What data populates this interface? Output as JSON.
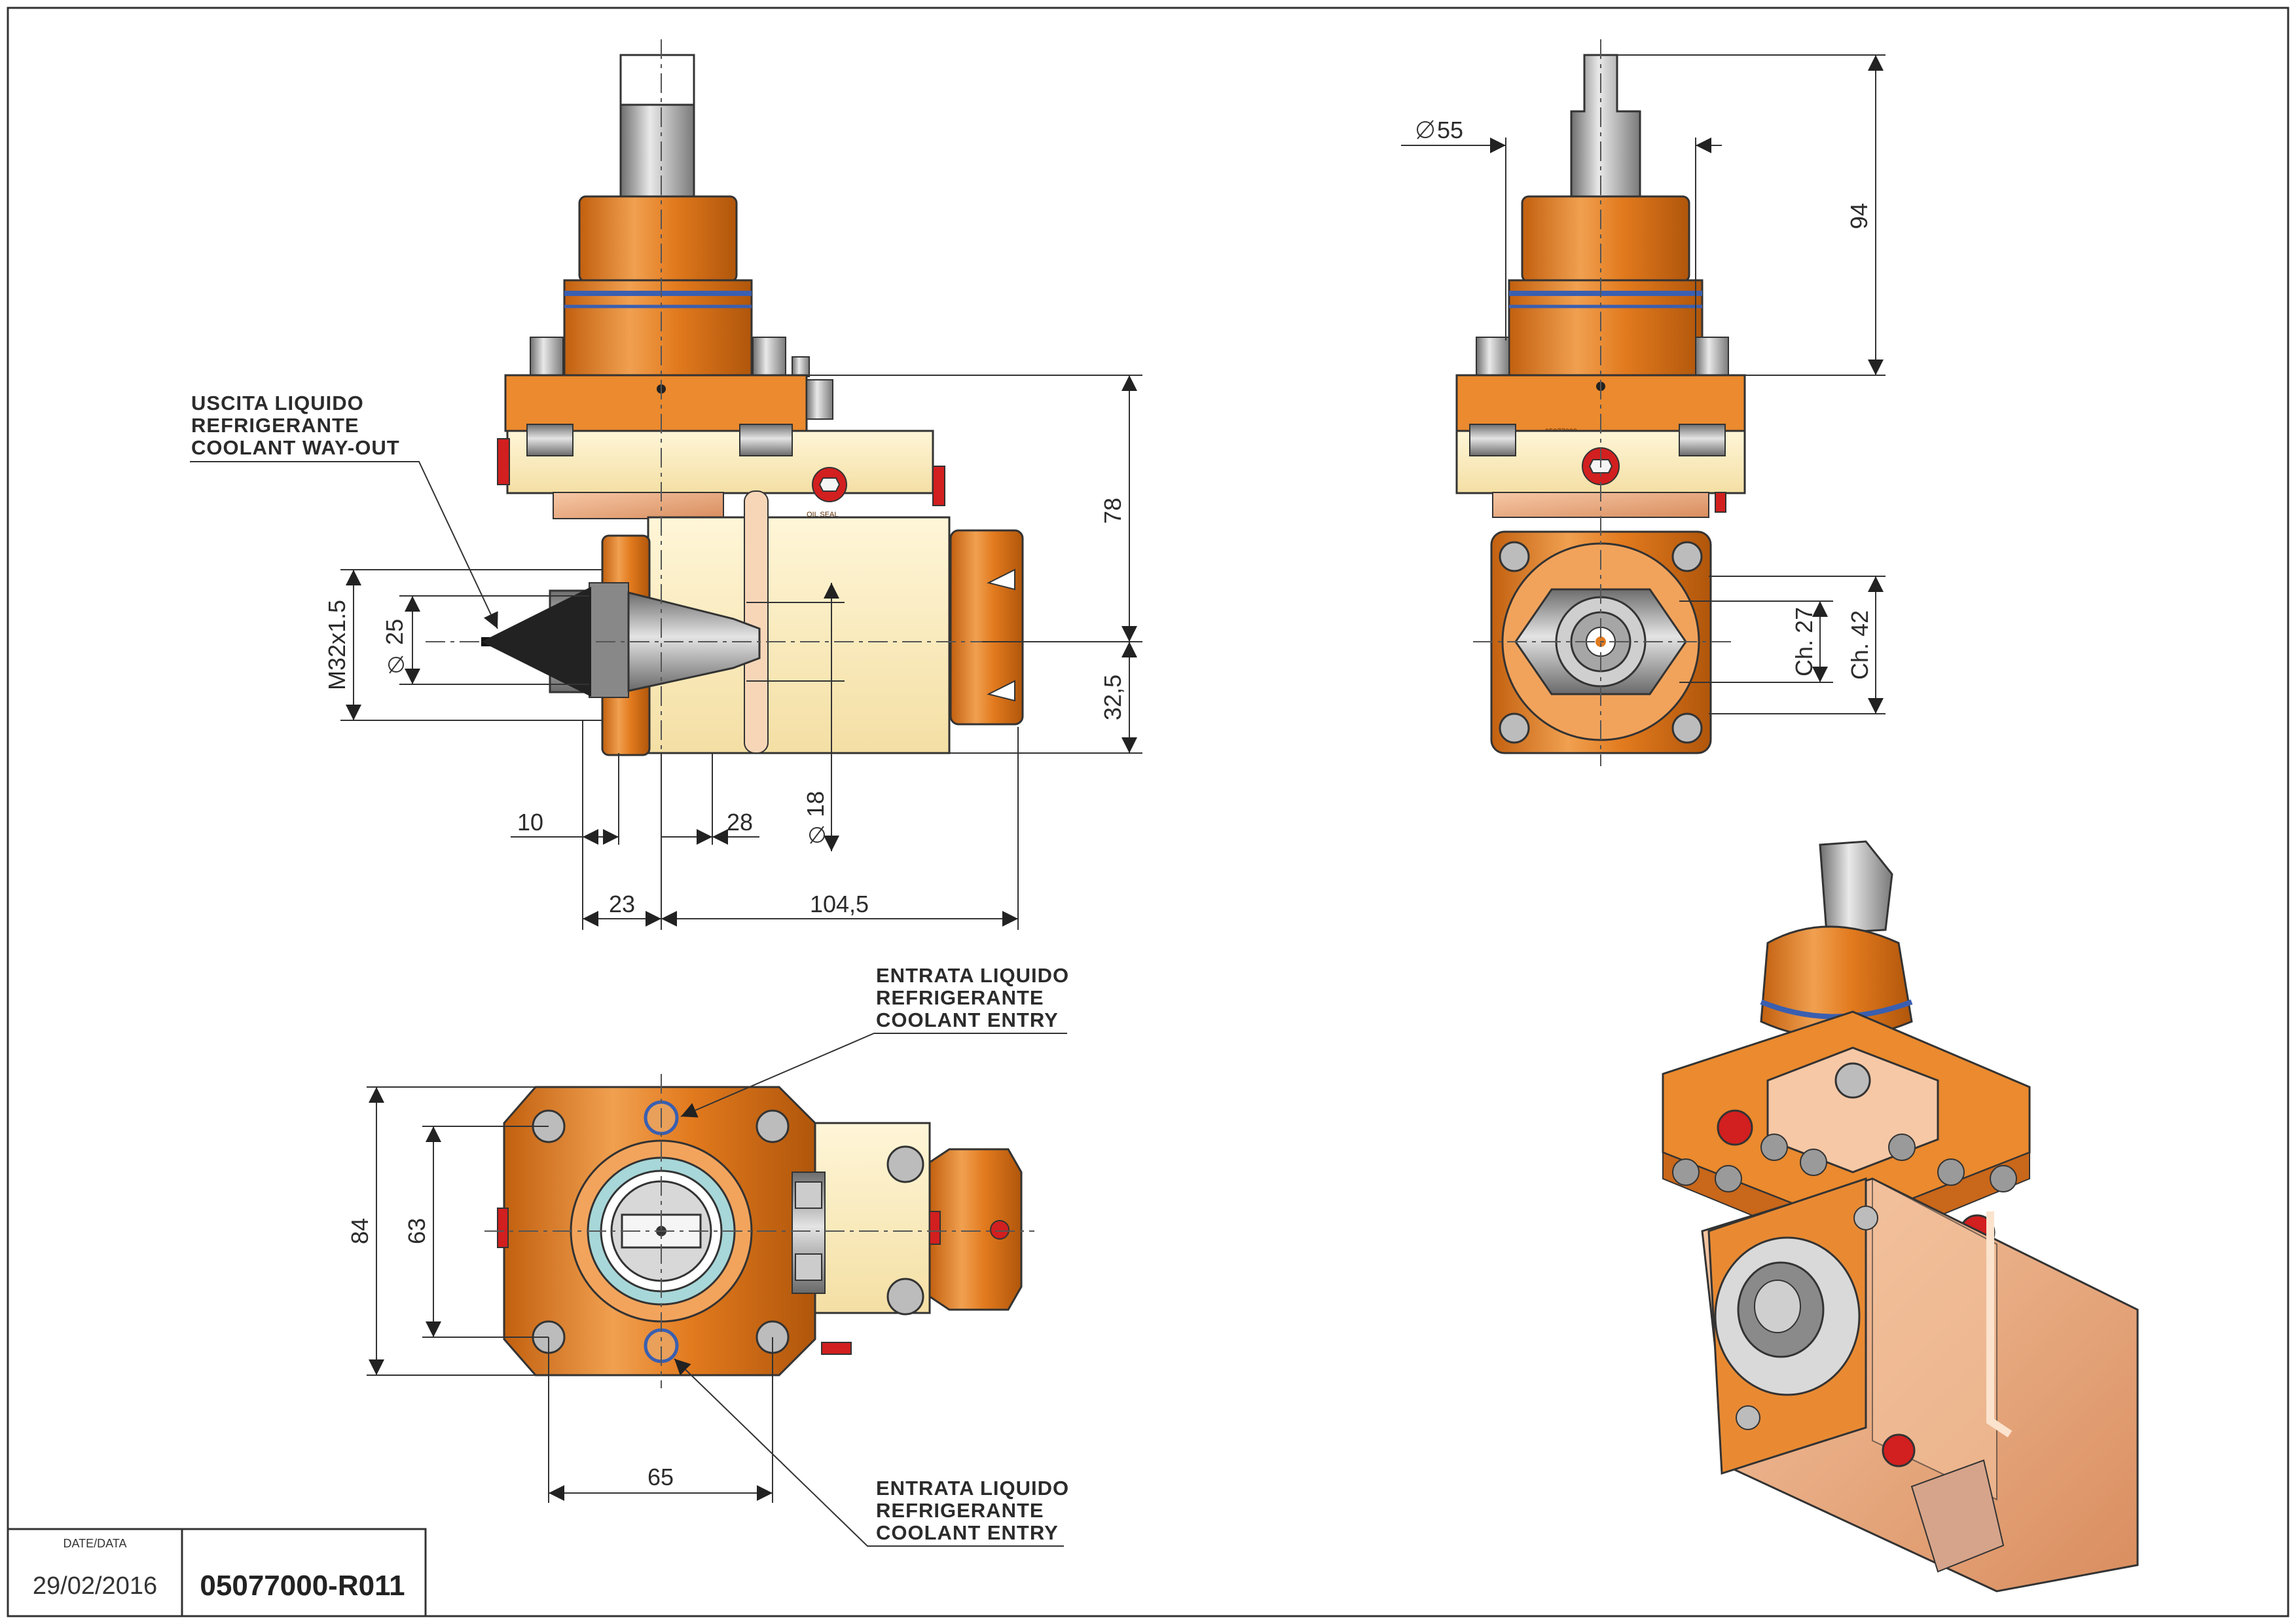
{
  "callouts": {
    "coolant_out": [
      "USCITA LIQUIDO",
      "REFRIGERANTE",
      "COOLANT WAY-OUT"
    ],
    "coolant_entry_top": [
      "ENTRATA LIQUIDO",
      "REFRIGERANTE",
      "COOLANT ENTRY"
    ],
    "coolant_entry_bottom": [
      "ENTRATA LIQUIDO",
      "REFRIGERANTE",
      "COOLANT ENTRY"
    ]
  },
  "side_view": {
    "dims": {
      "d78": "78",
      "d32_5": "32,5",
      "thread": "M32x1.5",
      "d25": "25",
      "d10": "10",
      "d28": "28",
      "d18": "18",
      "d23": "23",
      "d104_5": "104,5"
    }
  },
  "front_view": {
    "dims": {
      "d55": "55",
      "d94": "94",
      "ch27": "Ch. 27",
      "ch42": "Ch. 42"
    }
  },
  "top_view": {
    "dims": {
      "d84": "84",
      "d63": "63",
      "d65": "65"
    }
  },
  "title_block": {
    "date_label": "DATE/DATA",
    "date": "29/02/2016",
    "code": "05077000-R011"
  },
  "colors": {
    "orange": "#e07a1f",
    "orange_dark": "#b85b0c",
    "cream": "#fcefc4",
    "steel": "#9a9a9a",
    "red_plug": "#d21f1f",
    "oring_blue": "#3a5fb0",
    "peach": "#efb28a"
  }
}
